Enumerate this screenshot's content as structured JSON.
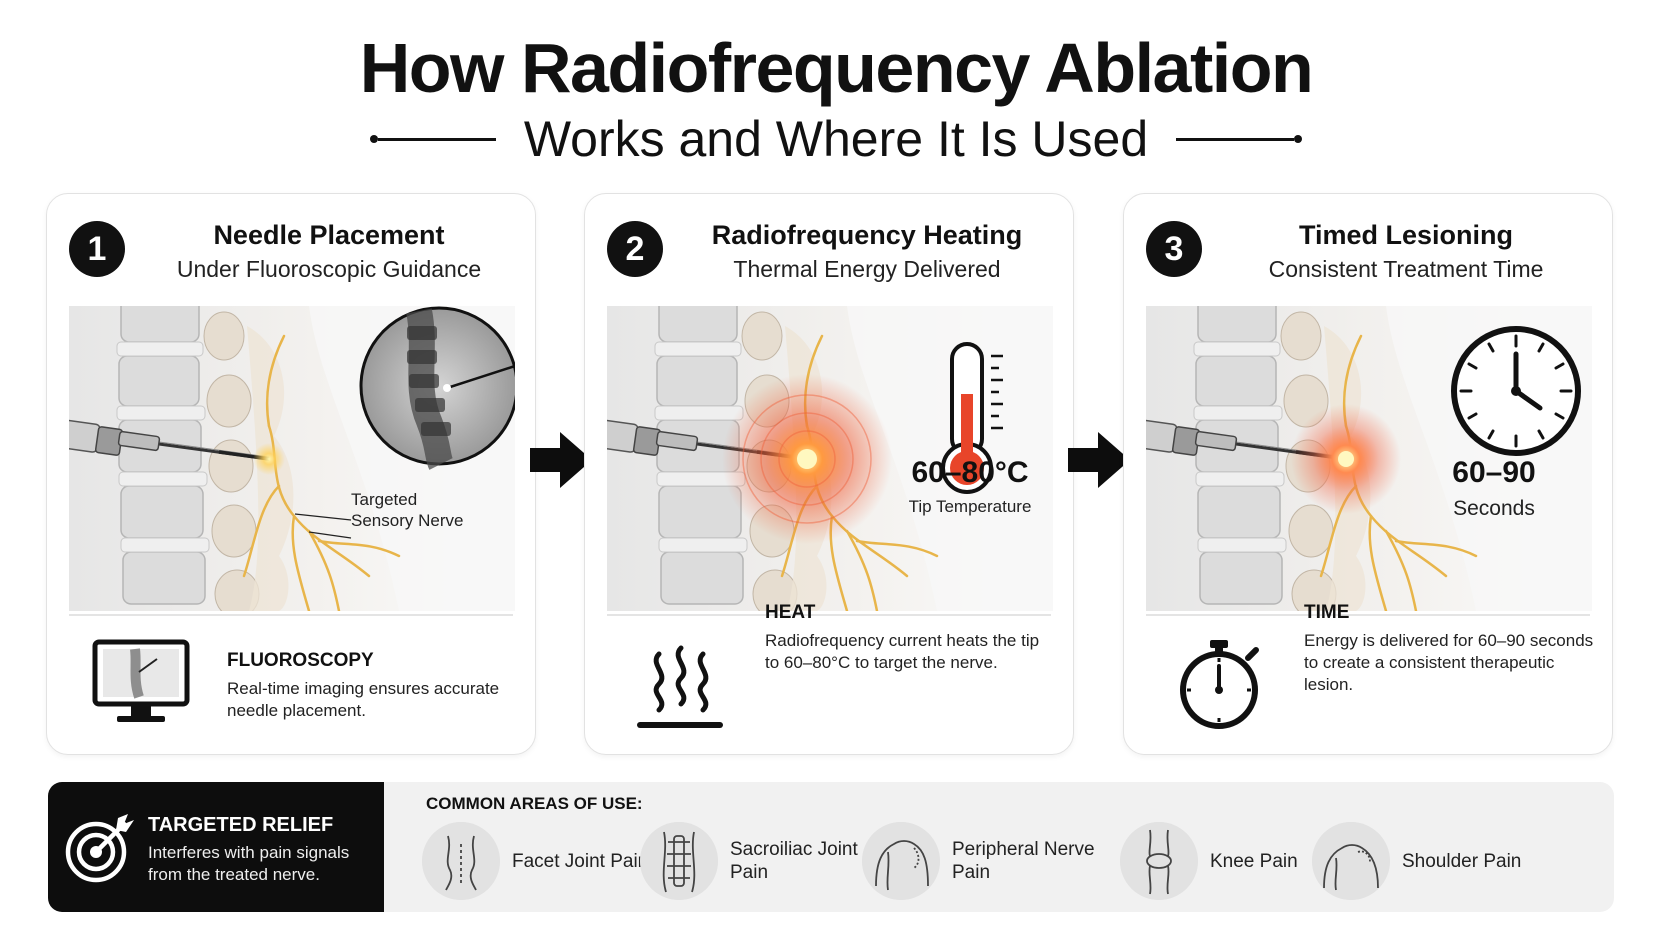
{
  "header": {
    "title": "How Radiofrequency Ablation",
    "subtitle": "Works and Where It Is Used"
  },
  "steps": [
    {
      "number": "1",
      "title": "Needle Placement",
      "subtitle": "Under Fluoroscopic Guidance",
      "annotation": [
        "Targeted",
        "Sensory Nerve"
      ],
      "footer_title": "FLUOROSCOPY",
      "footer_text": "Real-time imaging ensures accurate needle placement.",
      "footer_icon": "monitor-icon"
    },
    {
      "number": "2",
      "title": "Radiofrequency Heating",
      "subtitle": "Thermal Energy Delivered",
      "value": "60–80°C",
      "value_caption": "Tip Temperature",
      "footer_title": "HEAT",
      "footer_text": "Radiofrequency current heats the tip to 60–80°C to target the nerve.",
      "footer_icon": "heat-icon"
    },
    {
      "number": "3",
      "title": "Timed Lesioning",
      "subtitle": "Consistent Treatment Time",
      "value": "60–90",
      "value_caption": "Seconds",
      "footer_title": "TIME",
      "footer_text": "Energy is delivered for 60–90 seconds to create a consistent therapeutic lesion.",
      "footer_icon": "stopwatch-icon"
    }
  ],
  "relief": {
    "title": "TARGETED RELIEF",
    "text": "Interferes with pain signals from the treated nerve.",
    "icon": "target-icon"
  },
  "areas": {
    "heading": "COMMON AREAS OF USE:",
    "items": [
      {
        "label": "Facet Joint Pain",
        "icon": "spine-icon"
      },
      {
        "label": "Sacroiliac Joint Pain",
        "icon": "pelvis-icon"
      },
      {
        "label": "Peripheral Nerve Pain",
        "icon": "torso-icon"
      },
      {
        "label": "Knee Pain",
        "icon": "knee-icon"
      },
      {
        "label": "Shoulder Pain",
        "icon": "shoulder-icon"
      }
    ]
  },
  "colors": {
    "accent_heat": "#e8452a",
    "nerve": "#e8b54a",
    "dark": "#111111",
    "panel_border": "#e2e2e2"
  }
}
